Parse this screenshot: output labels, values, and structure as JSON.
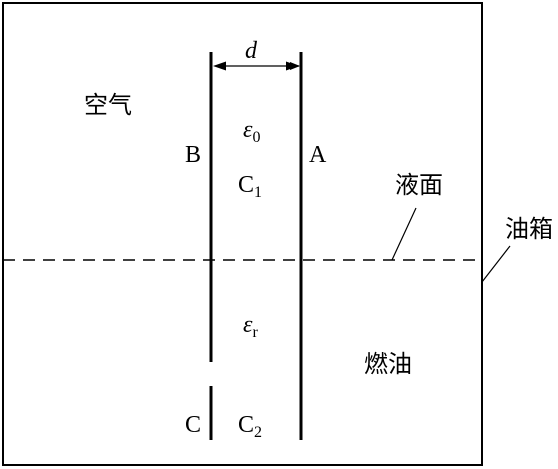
{
  "labels": {
    "air": "空气",
    "liquid_surface": "液面",
    "oil_tank": "油箱",
    "fuel_oil": "燃油",
    "electrode_a": "A",
    "electrode_b": "B",
    "electrode_c": "C",
    "gap": "d",
    "eps_0": {
      "base": "ε",
      "sub": "0"
    },
    "eps_r": {
      "base": "ε",
      "sub": "r"
    },
    "c1": {
      "base": "C",
      "sub": "1"
    },
    "c2": {
      "base": "C",
      "sub": "2"
    }
  },
  "colors": {
    "ink": "#000000",
    "background": "#ffffff"
  }
}
